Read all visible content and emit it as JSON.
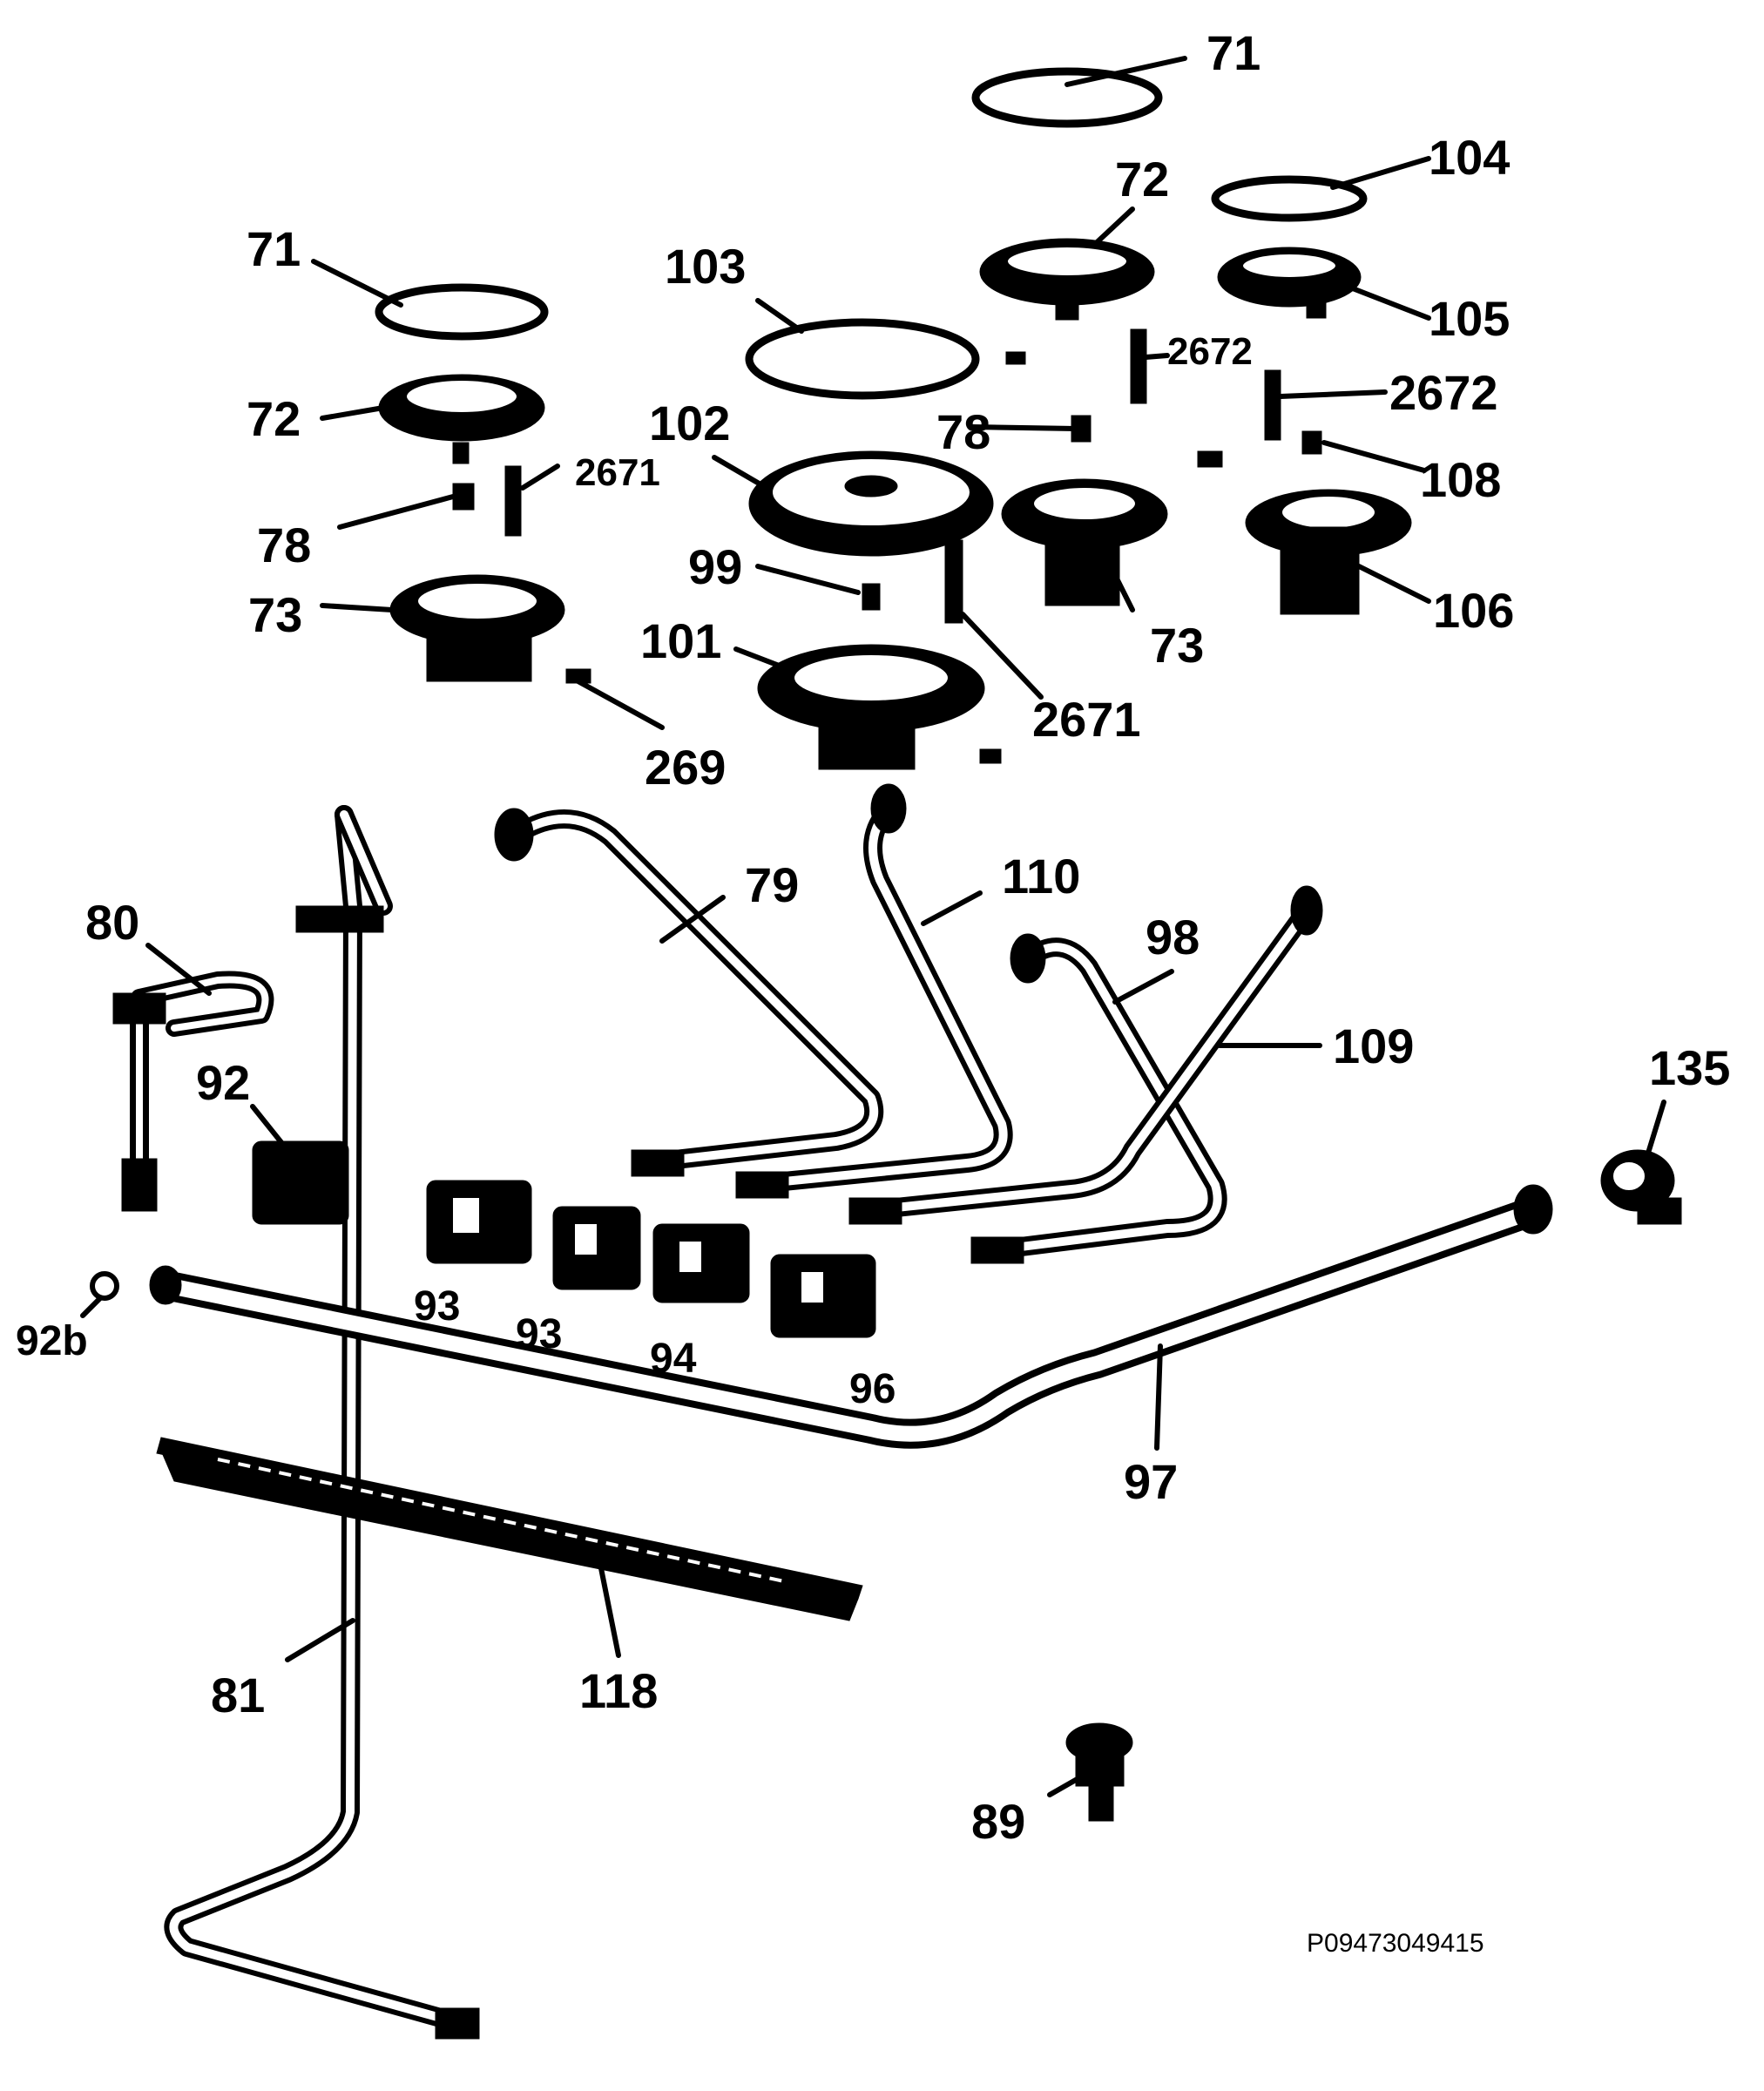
{
  "diagram": {
    "reference_code": "P09473049415",
    "callouts": [
      {
        "id": "c71a",
        "text": "71"
      },
      {
        "id": "c71b",
        "text": "71"
      },
      {
        "id": "c104",
        "text": "104"
      },
      {
        "id": "c72a",
        "text": "72"
      },
      {
        "id": "c72b",
        "text": "72"
      },
      {
        "id": "c105",
        "text": "105"
      },
      {
        "id": "c103",
        "text": "103"
      },
      {
        "id": "c2672a",
        "text": "2672"
      },
      {
        "id": "c2672b",
        "text": "2672"
      },
      {
        "id": "c102",
        "text": "102"
      },
      {
        "id": "c78a",
        "text": "78"
      },
      {
        "id": "c78b",
        "text": "78"
      },
      {
        "id": "c2671a",
        "text": "2671"
      },
      {
        "id": "c108",
        "text": "108"
      },
      {
        "id": "c99",
        "text": "99"
      },
      {
        "id": "c73a",
        "text": "73"
      },
      {
        "id": "c73b",
        "text": "73"
      },
      {
        "id": "c106",
        "text": "106"
      },
      {
        "id": "c101",
        "text": "101"
      },
      {
        "id": "c2671b",
        "text": "2671"
      },
      {
        "id": "c269",
        "text": "269"
      },
      {
        "id": "c79",
        "text": "79"
      },
      {
        "id": "c110",
        "text": "110"
      },
      {
        "id": "c80",
        "text": "80"
      },
      {
        "id": "c98",
        "text": "98"
      },
      {
        "id": "c109",
        "text": "109"
      },
      {
        "id": "c135",
        "text": "135"
      },
      {
        "id": "c92",
        "text": "92"
      },
      {
        "id": "c92b",
        "text": "92b"
      },
      {
        "id": "c93a",
        "text": "93"
      },
      {
        "id": "c93b",
        "text": "93"
      },
      {
        "id": "c94",
        "text": "94"
      },
      {
        "id": "c96",
        "text": "96"
      },
      {
        "id": "c97",
        "text": "97"
      },
      {
        "id": "c81",
        "text": "81"
      },
      {
        "id": "c118",
        "text": "118"
      },
      {
        "id": "c89",
        "text": "89"
      }
    ]
  }
}
